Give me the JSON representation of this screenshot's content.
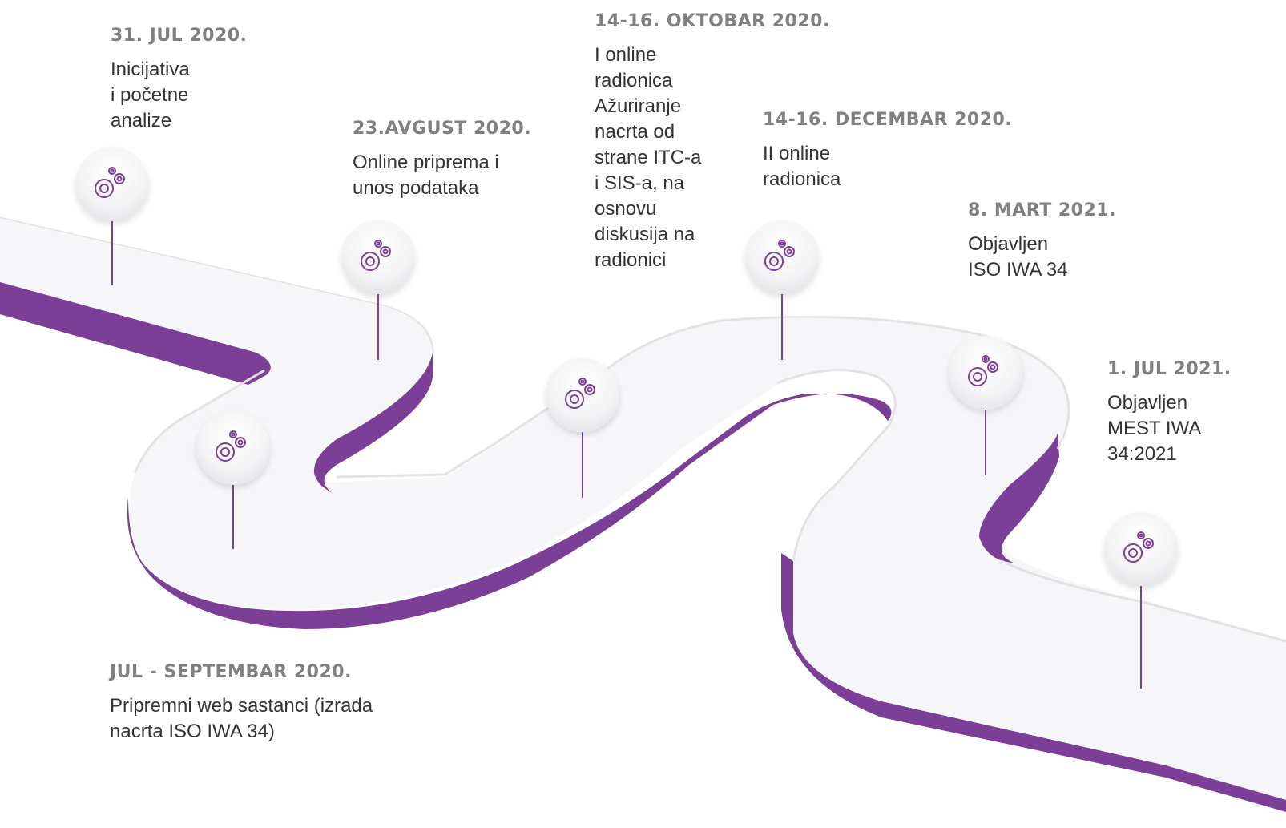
{
  "colors": {
    "road_side": "#7b3f98",
    "road_top": "#f4f4f6",
    "date_text": "#808080",
    "body_text": "#333333",
    "pin_stem": "#7b3f98",
    "pin_icon": "#7b3f98"
  },
  "pin_icon": "gears-icon",
  "events": [
    {
      "date": "31. JUL 2020.",
      "lines": [
        "Inicijativa",
        "i početne",
        "analize"
      ]
    },
    {
      "date": "JUL - SEPTEMBAR 2020.",
      "lines": [
        "Pripremni web sastanci (izrada",
        "nacrta ISO IWA 34)"
      ]
    },
    {
      "date": "23.AVGUST 2020.",
      "lines": [
        "Online priprema i",
        "unos podataka"
      ]
    },
    {
      "date": "14-16. OKTOBAR 2020.",
      "lines": [
        "I online",
        "radionica",
        "Ažuriranje",
        "nacrta od",
        "strane ITC-a",
        "i SIS-a, na",
        "osnovu",
        "diskusija na",
        "radionici"
      ]
    },
    {
      "date": "14-16. DECEMBAR 2020.",
      "lines": [
        "II online",
        "radionica"
      ]
    },
    {
      "date": "8. MART 2021.",
      "lines": [
        "Objavljen",
        "ISO IWA 34"
      ]
    },
    {
      "date": "1. JUL 2021.",
      "lines": [
        "Objavljen",
        "MEST IWA",
        "34:2021"
      ]
    }
  ]
}
